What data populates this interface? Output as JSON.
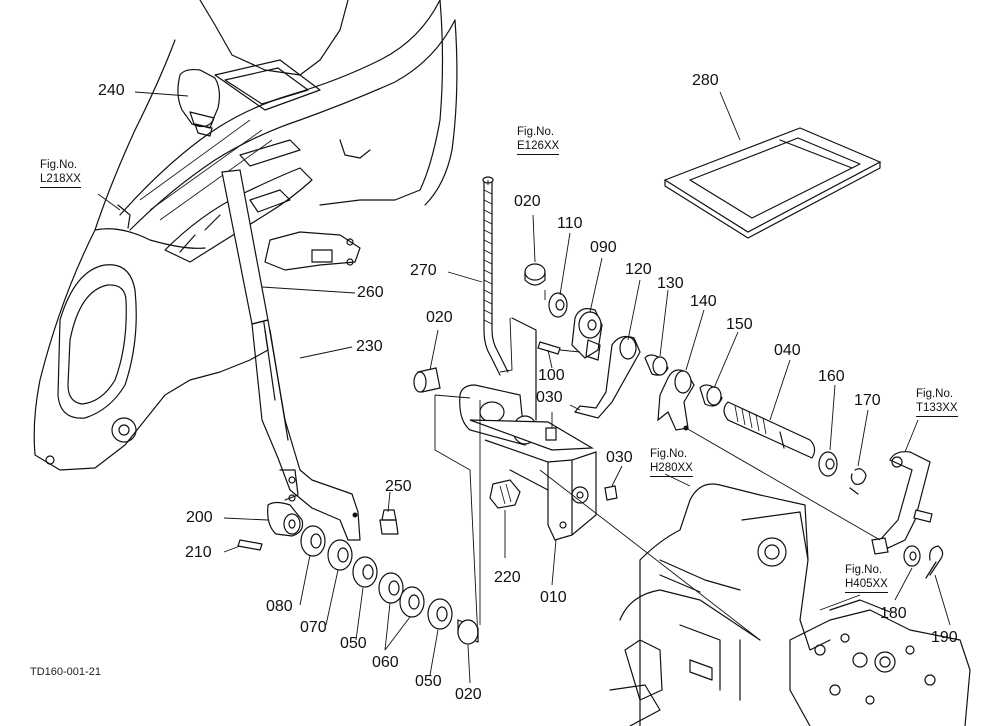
{
  "drawing_code": "TD160-001-21",
  "fig_refs": [
    {
      "id": "l218",
      "prefix": "Fig.No.",
      "number": "L218XX"
    },
    {
      "id": "e126",
      "prefix": "Fig.No.",
      "number": "E126XX"
    },
    {
      "id": "t133",
      "prefix": "Fig.No.",
      "number": "T133XX"
    },
    {
      "id": "h280",
      "prefix": "Fig.No.",
      "number": "H280XX"
    },
    {
      "id": "h405",
      "prefix": "Fig.No.",
      "number": "H405XX"
    }
  ],
  "parts": [
    {
      "id": "p240",
      "label": "240"
    },
    {
      "id": "p260",
      "label": "260"
    },
    {
      "id": "p230",
      "label": "230"
    },
    {
      "id": "p270",
      "label": "270"
    },
    {
      "id": "p280",
      "label": "280"
    },
    {
      "id": "p020a",
      "label": "020"
    },
    {
      "id": "p110",
      "label": "110"
    },
    {
      "id": "p090",
      "label": "090"
    },
    {
      "id": "p120",
      "label": "120"
    },
    {
      "id": "p130",
      "label": "130"
    },
    {
      "id": "p140",
      "label": "140"
    },
    {
      "id": "p150",
      "label": "150"
    },
    {
      "id": "p040",
      "label": "040"
    },
    {
      "id": "p160",
      "label": "160"
    },
    {
      "id": "p170",
      "label": "170"
    },
    {
      "id": "p020b",
      "label": "020"
    },
    {
      "id": "p100",
      "label": "100"
    },
    {
      "id": "p030a",
      "label": "030"
    },
    {
      "id": "p030b",
      "label": "030"
    },
    {
      "id": "p250",
      "label": "250"
    },
    {
      "id": "p200",
      "label": "200"
    },
    {
      "id": "p210",
      "label": "210"
    },
    {
      "id": "p220",
      "label": "220"
    },
    {
      "id": "p010",
      "label": "010"
    },
    {
      "id": "p080",
      "label": "080"
    },
    {
      "id": "p070",
      "label": "070"
    },
    {
      "id": "p050a",
      "label": "050"
    },
    {
      "id": "p060",
      "label": "060"
    },
    {
      "id": "p050b",
      "label": "050"
    },
    {
      "id": "p020c",
      "label": "020"
    },
    {
      "id": "p180",
      "label": "180"
    },
    {
      "id": "p190",
      "label": "190"
    }
  ]
}
